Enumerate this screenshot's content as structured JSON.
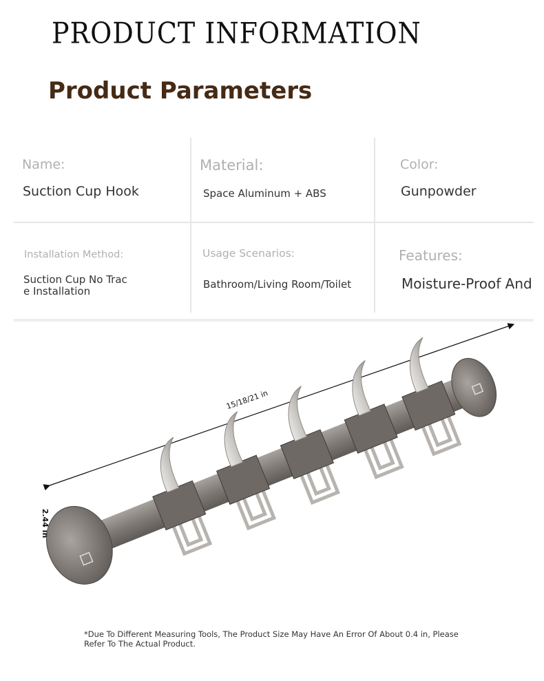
{
  "header": {
    "title": "PRODUCT INFORMATION",
    "subtitle": "Product Parameters"
  },
  "parameters": [
    {
      "label": "Name:",
      "value": "Suction Cup Hook"
    },
    {
      "label": "Material:",
      "value": "Space Aluminum + ABS"
    },
    {
      "label": "Color:",
      "value": "Gunpowder"
    },
    {
      "label": "Installation Method:",
      "value": "Suction Cup No Trac\ne Installation"
    },
    {
      "label": "Usage Scenarios:",
      "value": "Bathroom/Living Room/Toilet"
    },
    {
      "label": "Features:",
      "value": "Moisture-Proof And R"
    }
  ],
  "dimensions": {
    "length": "15/18/21 in",
    "height": "2.44 in"
  },
  "footnote": "*Due To Different Measuring Tools, The Product Size May Have An Error Of About 0.4 in, Please Refer To The Actual Product.",
  "colors": {
    "subtitle": "#452a15",
    "metal": "#8a8580"
  }
}
